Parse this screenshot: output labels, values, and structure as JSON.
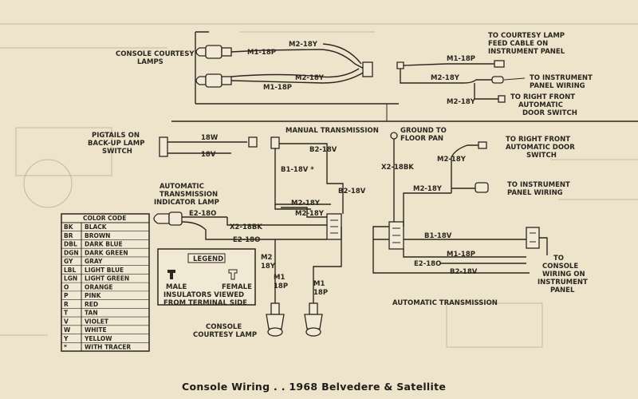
{
  "caption": "Console Wiring . . 1968 Belvedere & Satellite",
  "labels": {
    "console_courtesy_lamps": [
      "CONSOLE COURTESY",
      "LAMPS"
    ],
    "courtesy_feed": [
      "TO COURTESY LAMP",
      "FEED CABLE ON",
      "INSTRUMENT PANEL"
    ],
    "instrument_panel_wiring_top": [
      "TO INSTRUMENT",
      "PANEL WIRING"
    ],
    "rf_door_switch_top": [
      "TO RIGHT FRONT",
      "AUTOMATIC",
      "DOOR SWITCH"
    ],
    "pigtails": [
      "PIGTAILS ON",
      "BACK-UP LAMP",
      "SWITCH"
    ],
    "manual_transmission": "MANUAL TRANSMISSION",
    "ground": [
      "GROUND TO",
      "FLOOR PAN"
    ],
    "rf_door_switch_mid": [
      "TO RIGHT FRONT",
      "AUTOMATIC DOOR",
      "SWITCH"
    ],
    "instrument_panel_wiring_mid": [
      "TO INSTRUMENT",
      "PANEL WIRING"
    ],
    "auto_trans_indicator": [
      "AUTOMATIC",
      "TRANSMISSION",
      "INDICATOR LAMP"
    ],
    "console_wiring_ip": [
      "TO",
      "CONSOLE",
      "WIRING ON",
      "INSTRUMENT",
      "PANEL"
    ],
    "automatic_transmission": "AUTOMATIC TRANSMISSION",
    "console_courtesy_lamp": [
      "CONSOLE",
      "COURTESY LAMP"
    ]
  },
  "wires": {
    "m2_18y": "M2-18Y",
    "m1_18p": "M1-18P",
    "w18": "18W",
    "v18": "18V",
    "b2_18v": "B2-18V",
    "b1_18v_star": "B1-18V *",
    "b1_18v": "B1-18V",
    "x2_18bk": "X2-18BK",
    "e2_18o": "E2-18O",
    "m2_v1": "M2",
    "m2_v2": "18Y",
    "m1_v1": "M1",
    "m1_v2": "18P"
  },
  "legend": {
    "title": "LEGEND",
    "male": "MALE",
    "female": "FEMALE",
    "note1": "INSULATORS VIEWED",
    "note2": "FROM TERMINAL SIDE"
  },
  "color_code": {
    "title": "COLOR CODE",
    "rows": [
      [
        "BK",
        "BLACK"
      ],
      [
        "BR",
        "BROWN"
      ],
      [
        "DBL",
        "DARK BLUE"
      ],
      [
        "DGN",
        "DARK GREEN"
      ],
      [
        "GY",
        "GRAY"
      ],
      [
        "LBL",
        "LIGHT BLUE"
      ],
      [
        "LGN",
        "LIGHT GREEN"
      ],
      [
        "O",
        "ORANGE"
      ],
      [
        "P",
        "PINK"
      ],
      [
        "R",
        "RED"
      ],
      [
        "T",
        "TAN"
      ],
      [
        "V",
        "VIOLET"
      ],
      [
        "W",
        "WHITE"
      ],
      [
        "Y",
        "YELLOW"
      ],
      [
        "*",
        "WITH TRACER"
      ]
    ]
  }
}
